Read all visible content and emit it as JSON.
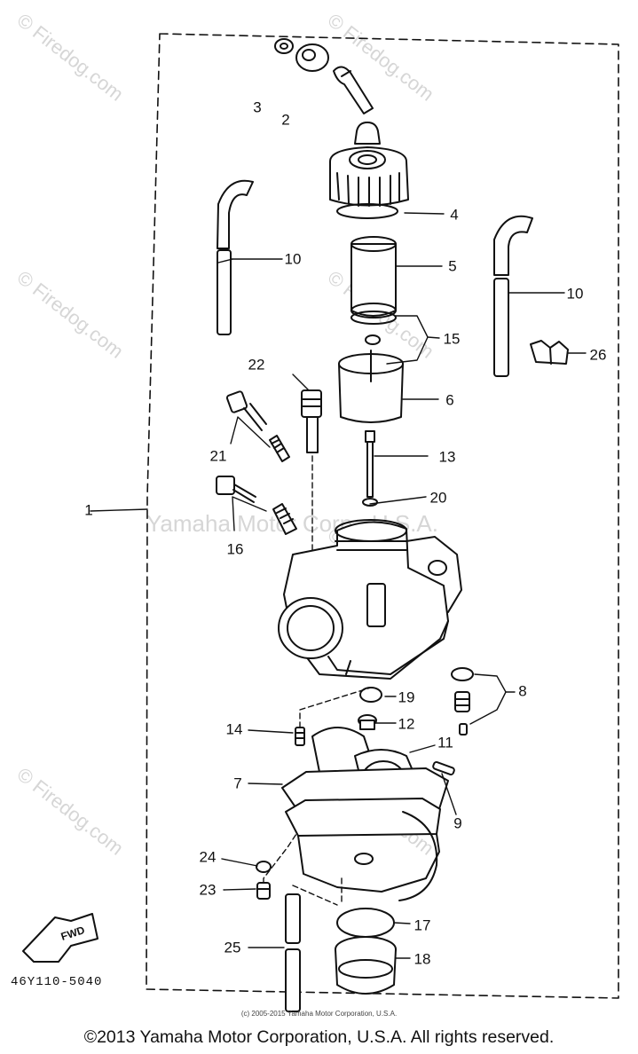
{
  "diagram": {
    "part_code": "46Y110-5040",
    "fwd_label": "FWD",
    "callouts": {
      "c1": "1",
      "c2": "2",
      "c3": "3",
      "c4": "4",
      "c5": "5",
      "c6": "6",
      "c7": "7",
      "c8": "8",
      "c9": "9",
      "c10a": "10",
      "c10b": "10",
      "c11": "11",
      "c12": "12",
      "c13": "13",
      "c14": "14",
      "c15": "15",
      "c16": "16",
      "c17": "17",
      "c18": "18",
      "c19": "19",
      "c20": "20",
      "c21": "21",
      "c22": "22",
      "c23": "23",
      "c24": "24",
      "c25": "25",
      "c26": "26"
    }
  },
  "watermarks": {
    "firedog": "© Firedog.com",
    "yamaha": "Yamaha Motor Corp., U.S.A."
  },
  "footer": {
    "small_credit": "(c) 2005-2015 Yamaha Motor Corporation, U.S.A.",
    "copyright": "©2013 Yamaha Motor Corporation, U.S.A. All rights reserved."
  },
  "colors": {
    "line": "#111111",
    "watermark": "#d6d6d6"
  }
}
